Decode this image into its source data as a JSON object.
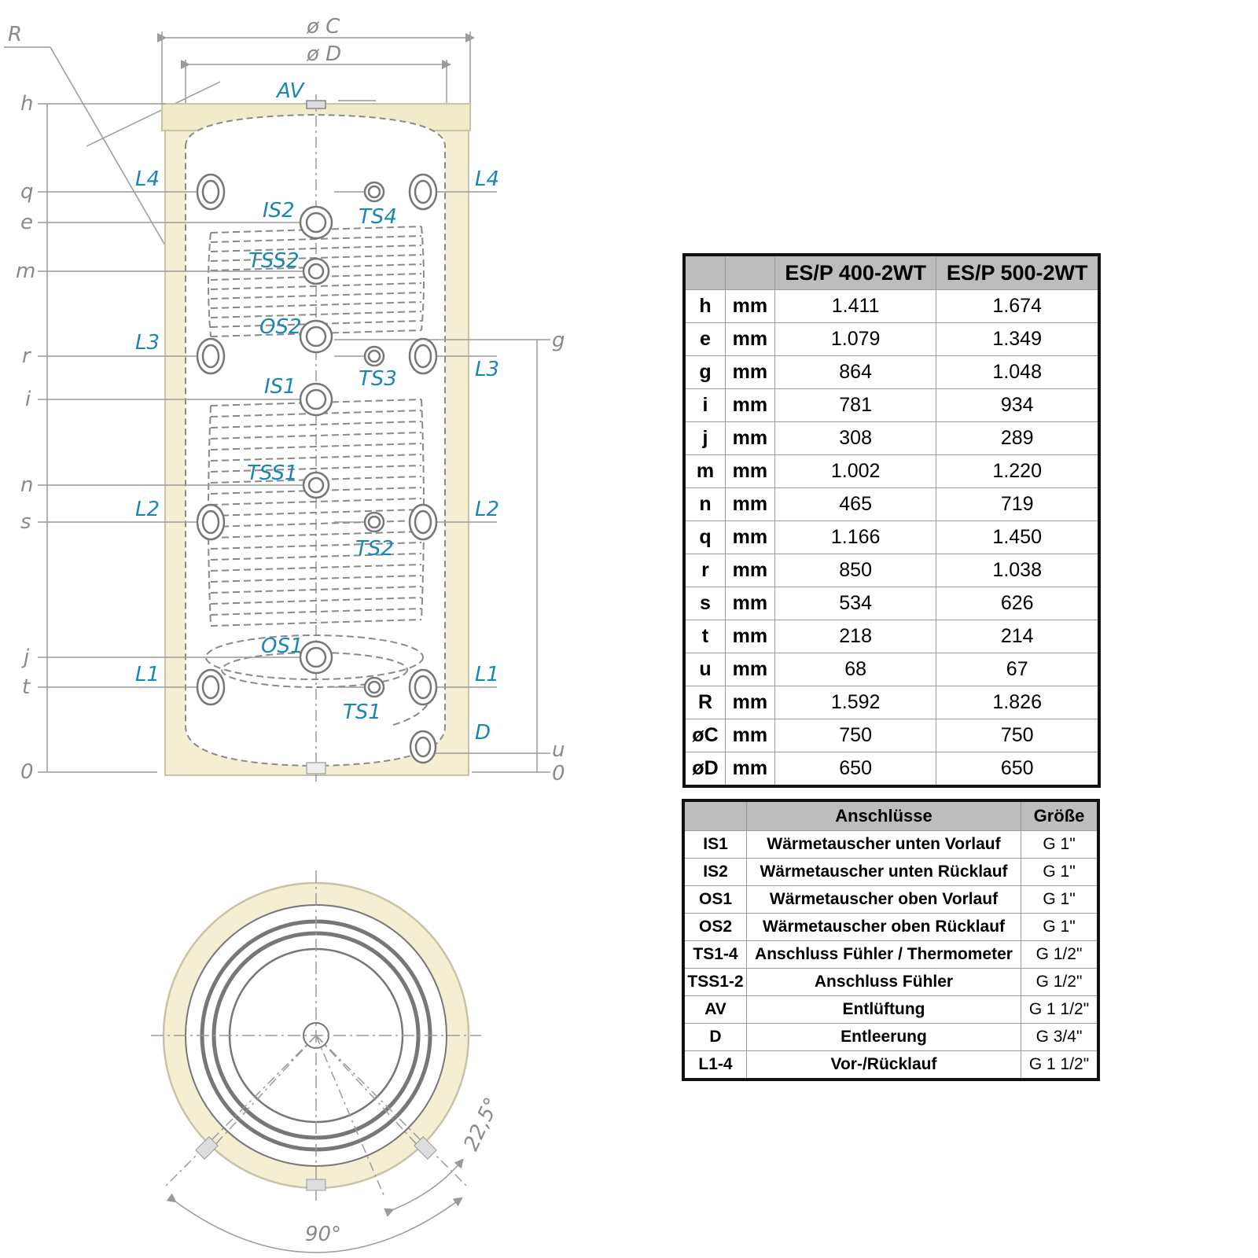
{
  "diagram": {
    "dimensions": {
      "C": "ø C",
      "D": "ø D",
      "R": "R",
      "h": "h",
      "q": "q",
      "e": "e",
      "m": "m",
      "r": "r",
      "i": "i",
      "n": "n",
      "s": "s",
      "j": "j",
      "t": "t",
      "zero_left": "0",
      "g": "g",
      "u": "u",
      "zero_right": "0"
    },
    "connections": {
      "AV": "AV",
      "L4_left": "L4",
      "L4_right": "L4",
      "IS2": "IS2",
      "TS4": "TS4",
      "TSS2": "TSS2",
      "OS2": "OS2",
      "L3_left": "L3",
      "L3_right": "L3",
      "IS1": "IS1",
      "TS3": "TS3",
      "TSS1": "TSS1",
      "L2_left": "L2",
      "L2_right": "L2",
      "TS2": "TS2",
      "OS1": "OS1",
      "L1_left": "L1",
      "L1_right": "L1",
      "TS1": "TS1",
      "D": "D"
    },
    "angles": {
      "a1": "22,5°",
      "a2": "90°"
    },
    "colors": {
      "insulation": "#f4efd2",
      "insulation_border": "#c8c3a6",
      "label_blue": "#1a86b8",
      "dimension_gray": "#8a8a8a"
    }
  },
  "dimension_table": {
    "headers": [
      "",
      "",
      "ES/P 400-2WT",
      "ES/P 500-2WT"
    ],
    "rows": [
      {
        "key": "h",
        "unit": "mm",
        "v400": "1.411",
        "v500": "1.674"
      },
      {
        "key": "e",
        "unit": "mm",
        "v400": "1.079",
        "v500": "1.349"
      },
      {
        "key": "g",
        "unit": "mm",
        "v400": "864",
        "v500": "1.048"
      },
      {
        "key": "i",
        "unit": "mm",
        "v400": "781",
        "v500": "934"
      },
      {
        "key": "j",
        "unit": "mm",
        "v400": "308",
        "v500": "289"
      },
      {
        "key": "m",
        "unit": "mm",
        "v400": "1.002",
        "v500": "1.220"
      },
      {
        "key": "n",
        "unit": "mm",
        "v400": "465",
        "v500": "719"
      },
      {
        "key": "q",
        "unit": "mm",
        "v400": "1.166",
        "v500": "1.450"
      },
      {
        "key": "r",
        "unit": "mm",
        "v400": "850",
        "v500": "1.038"
      },
      {
        "key": "s",
        "unit": "mm",
        "v400": "534",
        "v500": "626"
      },
      {
        "key": "t",
        "unit": "mm",
        "v400": "218",
        "v500": "214"
      },
      {
        "key": "u",
        "unit": "mm",
        "v400": "68",
        "v500": "67"
      },
      {
        "key": "R",
        "unit": "mm",
        "v400": "1.592",
        "v500": "1.826"
      },
      {
        "key": "øC",
        "unit": "mm",
        "v400": "750",
        "v500": "750"
      },
      {
        "key": "øD",
        "unit": "mm",
        "v400": "650",
        "v500": "650"
      }
    ]
  },
  "connection_table": {
    "headers": [
      "",
      "Anschlüsse",
      "Größe"
    ],
    "rows": [
      {
        "code": "IS1",
        "desc": "Wärmetauscher unten Vorlauf",
        "size": "G 1\""
      },
      {
        "code": "IS2",
        "desc": "Wärmetauscher unten Rücklauf",
        "size": "G 1\""
      },
      {
        "code": "OS1",
        "desc": "Wärmetauscher oben Vorlauf",
        "size": "G 1\""
      },
      {
        "code": "OS2",
        "desc": "Wärmetauscher oben Rücklauf",
        "size": "G 1\""
      },
      {
        "code": "TS1-4",
        "desc": "Anschluss Fühler / Thermometer",
        "size": "G 1/2\""
      },
      {
        "code": "TSS1-2",
        "desc": "Anschluss Fühler",
        "size": "G 1/2\""
      },
      {
        "code": "AV",
        "desc": "Entlüftung",
        "size": "G 1 1/2\""
      },
      {
        "code": "D",
        "desc": "Entleerung",
        "size": "G 3/4\""
      },
      {
        "code": "L1-4",
        "desc": "Vor-/Rücklauf",
        "size": "G 1 1/2\""
      }
    ]
  }
}
